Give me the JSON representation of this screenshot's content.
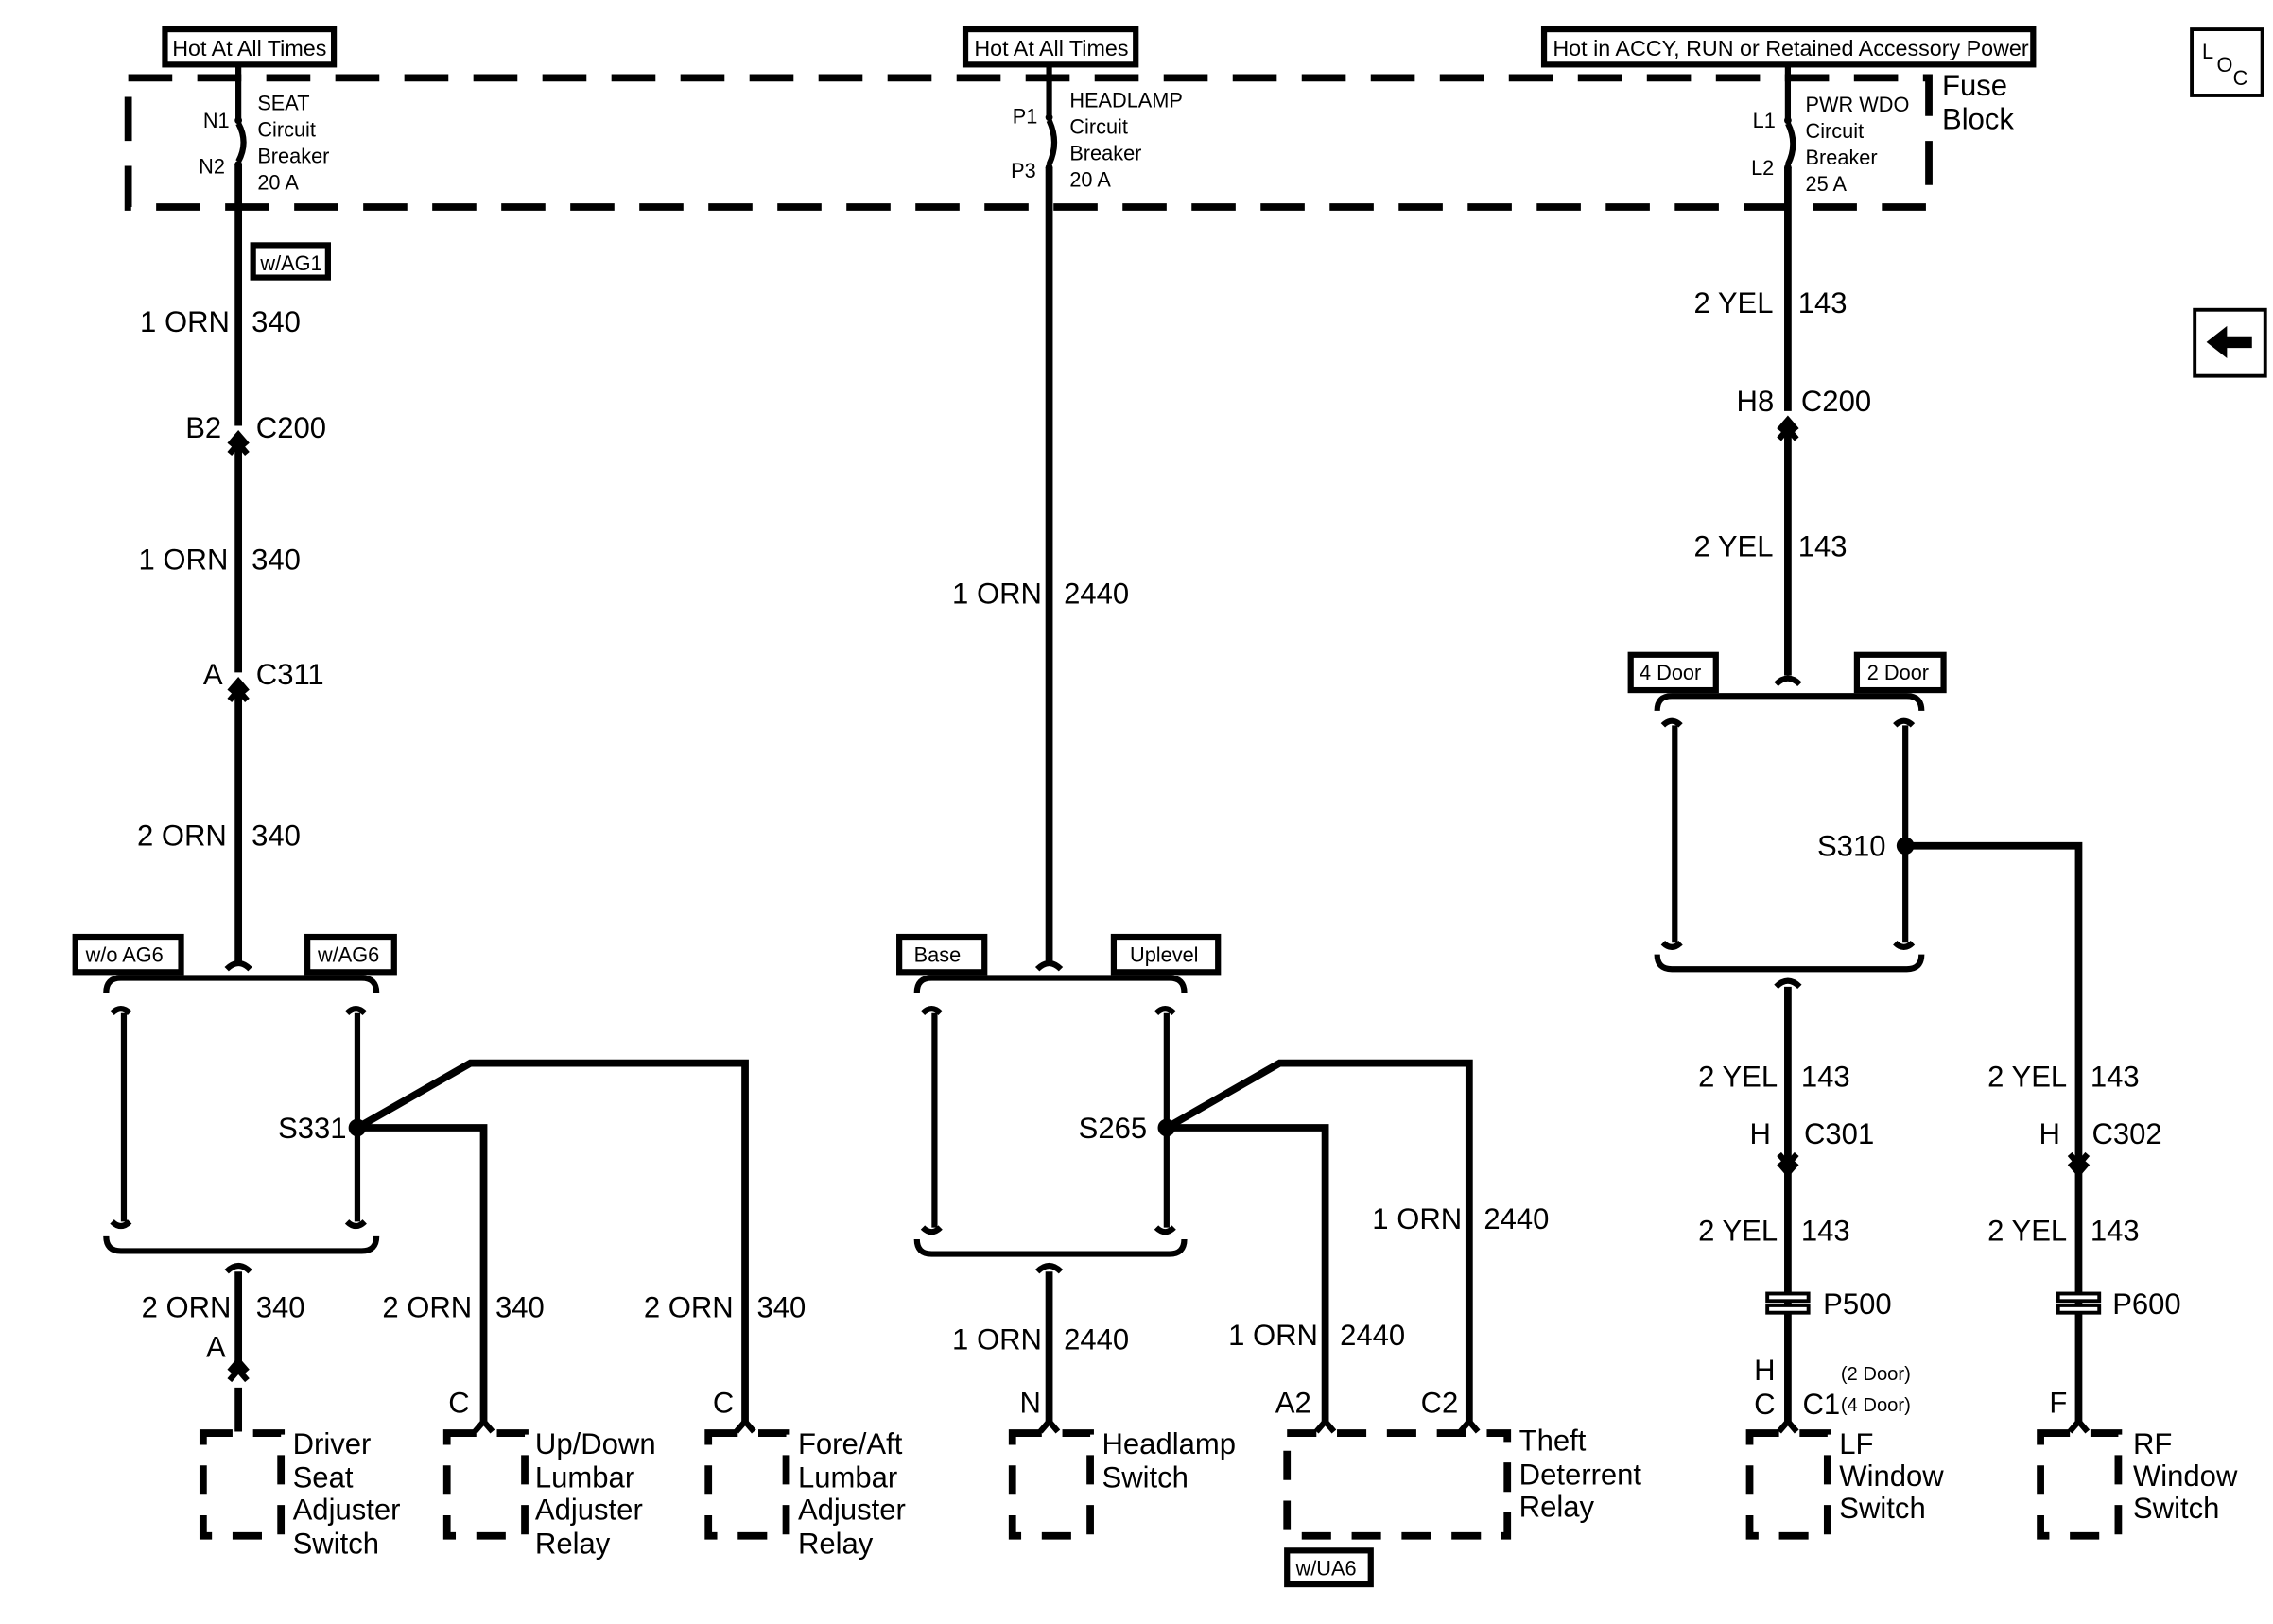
{
  "power_labels": {
    "left": "Hot At All Times",
    "middle": "Hot At All Times",
    "right": "Hot in ACCY, RUN or Retained Accessory Power"
  },
  "fuse_block": {
    "label_line1": "Fuse",
    "label_line2": "Block"
  },
  "breakers": {
    "seat": {
      "pin_in": "N1",
      "pin_out": "N2",
      "name": "SEAT",
      "line2": "Circuit",
      "line3": "Breaker",
      "rating": "20 A"
    },
    "headlamp": {
      "pin_in": "P1",
      "pin_out": "P3",
      "name": "HEADLAMP",
      "line2": "Circuit",
      "line3": "Breaker",
      "rating": "20 A"
    },
    "pwr_wdo": {
      "pin_in": "L1",
      "pin_out": "L2",
      "name": "PWR WDO",
      "line2": "Circuit",
      "line3": "Breaker",
      "rating": "25 A"
    }
  },
  "options": {
    "w_ag1": "w/AG1",
    "wo_ag6": "w/o AG6",
    "w_ag6": "w/AG6",
    "base": "Base",
    "uplevel": "Uplevel",
    "four_door": "4 Door",
    "two_door": "2 Door",
    "w_ua6": "w/UA6"
  },
  "wires": {
    "l1": {
      "gauge": "1 ORN",
      "circuit": "340"
    },
    "l2": {
      "gauge": "1 ORN",
      "circuit": "340"
    },
    "l3": {
      "gauge": "2 ORN",
      "circuit": "340"
    },
    "l4": {
      "gauge": "2 ORN",
      "circuit": "340"
    },
    "l5": {
      "gauge": "2 ORN",
      "circuit": "340"
    },
    "l6": {
      "gauge": "2 ORN",
      "circuit": "340"
    },
    "m1": {
      "gauge": "1 ORN",
      "circuit": "2440"
    },
    "m2": {
      "gauge": "1 ORN",
      "circuit": "2440"
    },
    "m3": {
      "gauge": "1 ORN",
      "circuit": "2440"
    },
    "m4": {
      "gauge": "1 ORN",
      "circuit": "2440"
    },
    "r1": {
      "gauge": "2 YEL",
      "circuit": "143"
    },
    "r2": {
      "gauge": "2 YEL",
      "circuit": "143"
    },
    "r3": {
      "gauge": "2 YEL",
      "circuit": "143"
    },
    "r4": {
      "gauge": "2 YEL",
      "circuit": "143"
    },
    "r5": {
      "gauge": "2 YEL",
      "circuit": "143"
    },
    "r6": {
      "gauge": "2 YEL",
      "circuit": "143"
    }
  },
  "connectors": {
    "b2": "B2",
    "c200_left": "C200",
    "a_left": "A",
    "c311": "C311",
    "h8": "H8",
    "c200_right": "C200",
    "h_c301": "H",
    "c301": "C301",
    "h_c302": "H",
    "c302": "C302",
    "p500": "P500",
    "p600": "P600"
  },
  "splices": {
    "s331": "S331",
    "s265": "S265",
    "s310": "S310"
  },
  "pins": {
    "driver_seat": "A",
    "updown": "C",
    "foreaft": "C",
    "headlamp": "N",
    "theft_a2": "A2",
    "theft_c2": "C2",
    "lf_h": "H",
    "lf_c": "C",
    "lf_c1": "C1",
    "lf_note_2door": "(2 Door)",
    "lf_note_4door": "(4 Door)",
    "rf_f": "F"
  },
  "components": {
    "driver_seat": [
      "Driver",
      "Seat",
      "Adjuster",
      "Switch"
    ],
    "updown": [
      "Up/Down",
      "Lumbar",
      "Adjuster",
      "Relay"
    ],
    "foreaft": [
      "Fore/Aft",
      "Lumbar",
      "Adjuster",
      "Relay"
    ],
    "headlamp": [
      "Headlamp",
      "Switch"
    ],
    "theft": [
      "Theft",
      "Deterrent",
      "Relay"
    ],
    "lf_window": [
      "LF",
      "Window",
      "Switch"
    ],
    "rf_window": [
      "RF",
      "Window",
      "Switch"
    ]
  },
  "nav": {
    "loc_l": "L",
    "loc_o": "O",
    "loc_c": "C",
    "back_icon": "left-arrow-icon"
  },
  "colors": {
    "ink": "#000000",
    "paper": "#ffffff"
  }
}
